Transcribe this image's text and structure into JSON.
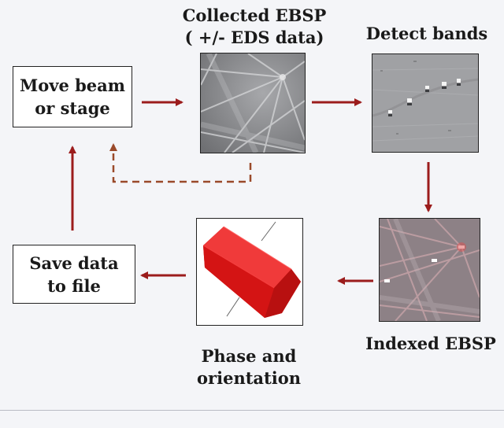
{
  "labels": {
    "collected_line1": "Collected EBSP",
    "collected_line2": "( +/- EDS data)",
    "detect_bands": "Detect bands",
    "indexed_ebsp": "Indexed EBSP",
    "phase_line1": "Phase and",
    "phase_line2": "orientation"
  },
  "boxes": {
    "move_line1": "Move beam",
    "move_line2": "or stage",
    "save_line1": "Save data",
    "save_line2": "to file"
  },
  "colors": {
    "arrow": "#9b1c1c",
    "dashed_arrow": "#9a4a2a",
    "crystal": "#e01818"
  }
}
